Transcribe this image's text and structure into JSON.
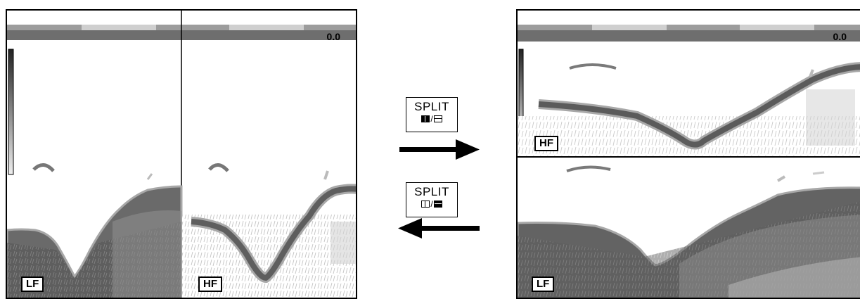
{
  "left_display": {
    "depth_readout": "0.0",
    "left_pane_label": "LF",
    "right_pane_label": "HF"
  },
  "right_display": {
    "depth_readout": "0.0",
    "top_pane_label": "HF",
    "bottom_pane_label": "LF"
  },
  "split_key_forward": {
    "label": "SPLIT",
    "separator": "/"
  },
  "split_key_back": {
    "label": "SPLIT",
    "separator": "/"
  },
  "icons": [
    "vertical-split-icon",
    "horizontal-split-icon",
    "arrow-right-icon",
    "arrow-left-icon"
  ],
  "colors": {
    "bottom_dark": "#5f5f5f",
    "bottom_mid": "#8a8a8a",
    "bottom_light": "#b9b9b9",
    "scale_bar": "#6e6e6e"
  }
}
